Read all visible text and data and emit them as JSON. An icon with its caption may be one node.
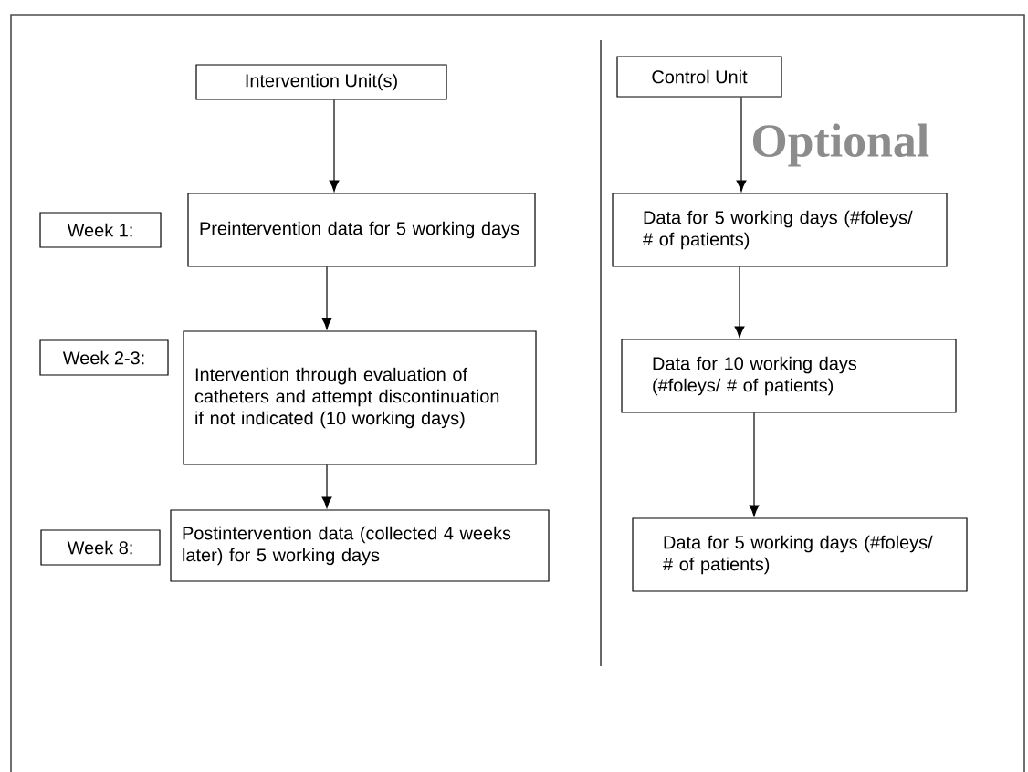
{
  "diagram": {
    "nodes": [
      {
        "text": [
          "Intervention Unit(s)"
        ]
      },
      {
        "text": [
          "Week 1:"
        ]
      },
      {
        "text": [
          "Preintervention data for 5 working days"
        ]
      },
      {
        "text": [
          "Week 2-3:"
        ]
      },
      {
        "text": [
          "Intervention through evaluation of catheters and attempt discontinuation if not indicated (10 working days)"
        ]
      },
      {
        "text": [
          "Week 8:"
        ]
      },
      {
        "text": [
          "Postintervention data (collected 4 weeks later) for 5 working days"
        ]
      },
      {
        "text": [
          "Control Unit"
        ]
      },
      {
        "text": [
          "Data for 5 working days (#foleys/ # of patients)"
        ]
      },
      {
        "text": [
          "Data for 10 working days (#foleys/ # of patients)"
        ]
      },
      {
        "text": [
          "Data for 5 working days (#foleys/ # of patients)"
        ]
      }
    ],
    "edges": [
      {
        "from": 0,
        "to": 2,
        "arrow": "to"
      },
      {
        "from": 2,
        "to": 4,
        "arrow": "to"
      },
      {
        "from": 4,
        "to": 6,
        "arrow": "to"
      },
      {
        "from": 7,
        "to": 8,
        "arrow": "to",
        "label": "Optional"
      },
      {
        "from": 8,
        "to": 9,
        "arrow": "to"
      },
      {
        "from": 9,
        "to": 10,
        "arrow": "to"
      }
    ]
  }
}
